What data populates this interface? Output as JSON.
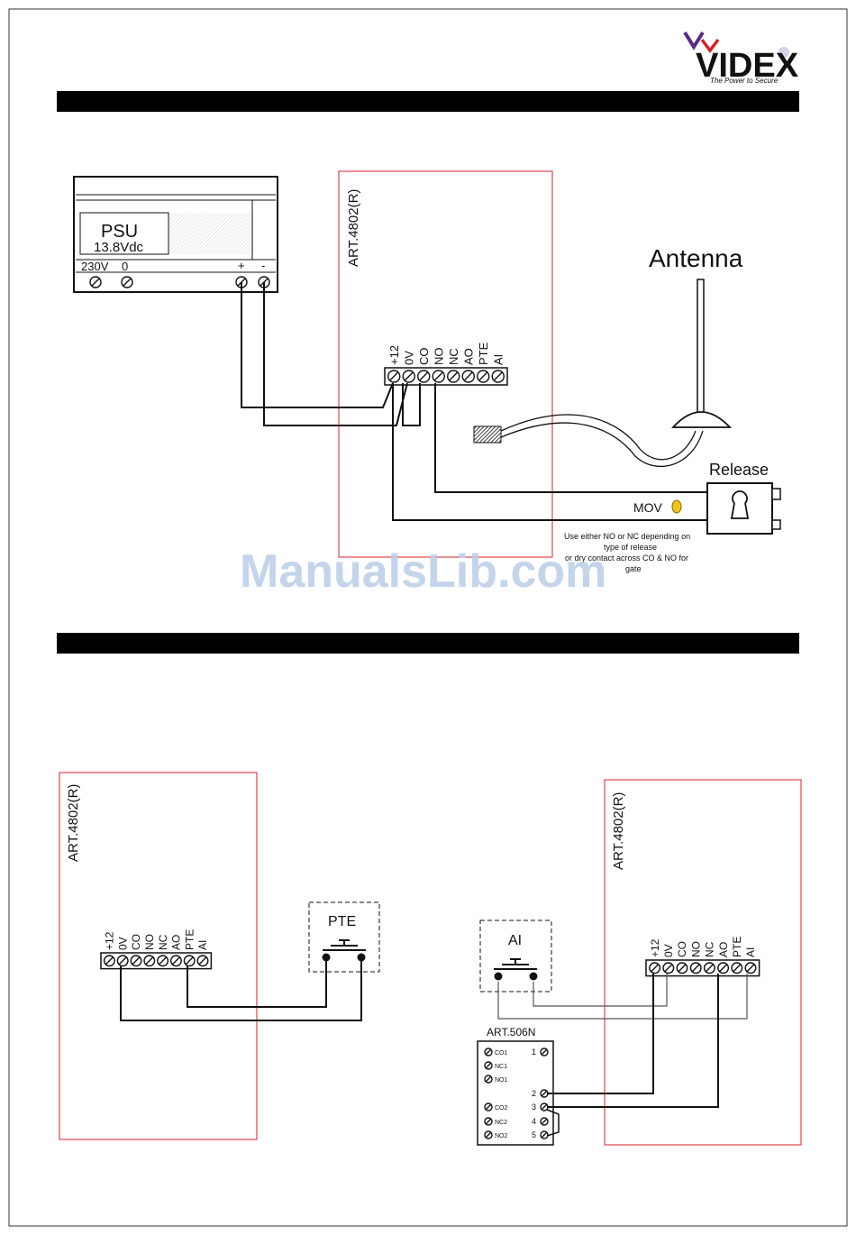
{
  "brand": {
    "name": "VIDEX",
    "tagline": "The Power to Secure",
    "colors": {
      "purple": "#5b2a86",
      "red": "#d81f26",
      "text": "#222222"
    }
  },
  "watermark": {
    "text": "ManualsLib.com"
  },
  "diagram1": {
    "psu": {
      "title": "PSU",
      "voltage": "13.8Vdc",
      "terminals": [
        "230V",
        "0",
        "+",
        "-"
      ]
    },
    "module_label": "ART.4802(R)",
    "terminals": [
      "+12",
      "0V",
      "CO",
      "NO",
      "NC",
      "AO",
      "PTE",
      "AI"
    ],
    "antenna_label": "Antenna",
    "release_label": "Release",
    "mov_label": "MOV",
    "note_lines": [
      "Use either NO or NC depending on",
      "type of release",
      "or dry contact across CO & NO for",
      "gate"
    ]
  },
  "diagram2": {
    "module_label": "ART.4802(R)",
    "terminals": [
      "+12",
      "0V",
      "CO",
      "NO",
      "NC",
      "AO",
      "PTE",
      "AI"
    ],
    "button_label": "PTE"
  },
  "diagram3": {
    "module_label": "ART.4802(R)",
    "terminals": [
      "+12",
      "0V",
      "CO",
      "NO",
      "NC",
      "AO",
      "PTE",
      "AI"
    ],
    "button_label": "AI",
    "relay": {
      "title": "ART.506N",
      "left_terminals": [
        "CO1",
        "NC1",
        "NO1",
        "CO2",
        "NC2",
        "NO2"
      ],
      "right_terminals": [
        "1",
        "2",
        "3",
        "4",
        "5"
      ]
    }
  }
}
